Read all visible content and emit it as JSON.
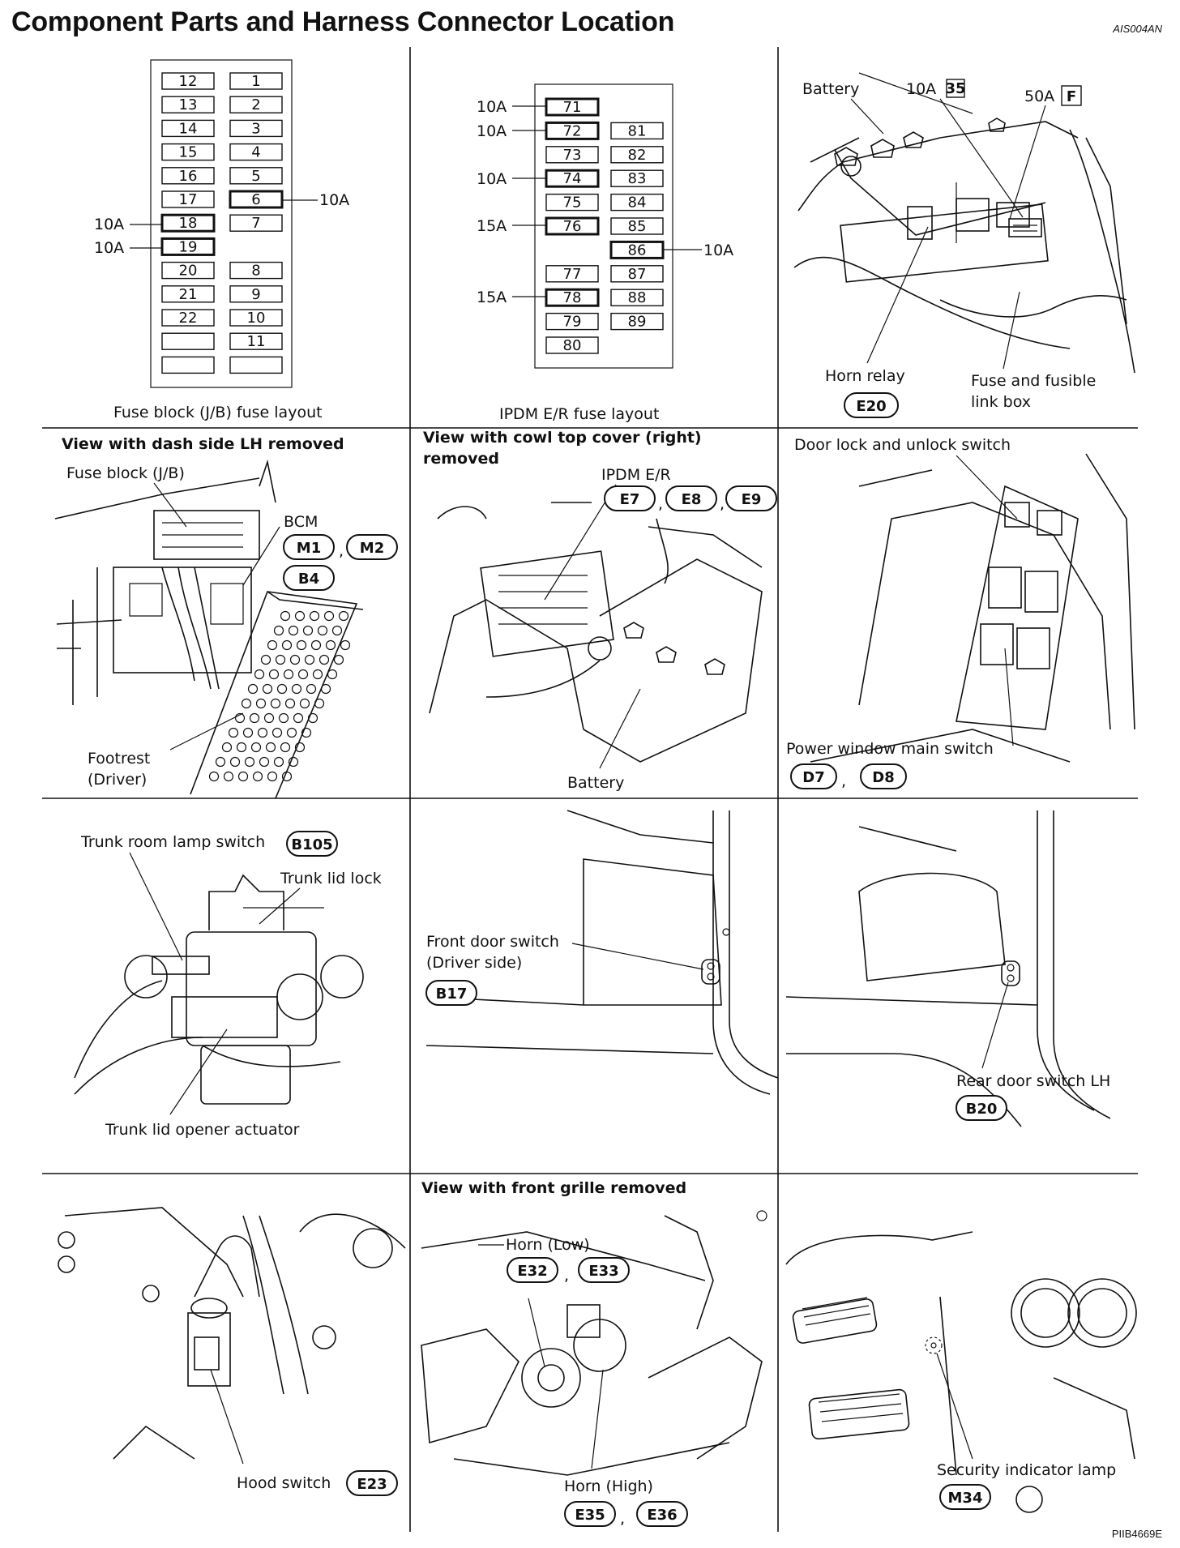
{
  "header": {
    "title": "Component Parts and Harness Connector Location",
    "doc_code": "AIS004AN"
  },
  "footer": {
    "figure_code": "PIIB4669E"
  },
  "panels": {
    "fuse_block": {
      "caption": "Fuse block (J/B) fuse layout",
      "left_column": [
        "12",
        "13",
        "14",
        "15",
        "16",
        "17",
        "18",
        "19",
        "20",
        "21",
        "22",
        "",
        ""
      ],
      "right_column": [
        "1",
        "2",
        "3",
        "4",
        "5",
        "6",
        "7",
        "",
        "8",
        "9",
        "10",
        "11",
        ""
      ],
      "callouts": {
        "f6": "10A",
        "f18": "10A",
        "f19": "10A"
      }
    },
    "ipdm_fuse": {
      "caption": "IPDM E/R fuse layout",
      "left_column": [
        "71",
        "72",
        "73",
        "74",
        "75",
        "76",
        "",
        "77",
        "78",
        "79",
        "80"
      ],
      "right_column": [
        "",
        "81",
        "82",
        "83",
        "84",
        "85",
        "86",
        "87",
        "88",
        "89",
        ""
      ],
      "callouts": {
        "f71": "10A",
        "f72": "10A",
        "f74": "10A",
        "f76": "15A",
        "f78": "15A",
        "f86": "10A"
      }
    },
    "battery_box": {
      "battery": "Battery",
      "fuse10a": "10A",
      "fuse10a_tag": "35",
      "fuse50a": "50A",
      "fuse50a_tag": "F",
      "horn_relay": "Horn relay",
      "horn_relay_conn": "E20",
      "fusebox_line1": "Fuse and fusible",
      "fusebox_line2": "link box"
    },
    "dash_side": {
      "heading": "View with dash side LH removed",
      "fuse_block": "Fuse block (J/B)",
      "bcm": "BCM",
      "conn_m1": "M1",
      "comma1": ",",
      "conn_m2": "M2",
      "conn_b4": "B4",
      "footrest1": "Footrest",
      "footrest2": "(Driver)"
    },
    "cowl_top": {
      "heading1": "View with cowl top cover (right)",
      "heading2": "removed",
      "ipdm": "IPDM E/R",
      "conn_e7": "E7",
      "comma1": ",",
      "conn_e8": "E8",
      "comma2": ",",
      "conn_e9": "E9",
      "battery": "Battery"
    },
    "door_lock": {
      "door_lock_switch": "Door lock and unlock switch",
      "power_window": "Power window main switch",
      "conn_d7": "D7",
      "comma": ",",
      "conn_d8": "D8"
    },
    "trunk": {
      "lamp_switch": "Trunk room lamp switch",
      "conn_b105": "B105",
      "lid_lock": "Trunk lid lock",
      "actuator": "Trunk lid opener actuator"
    },
    "front_door": {
      "switch1": "Front door switch",
      "switch2": "(Driver side)",
      "conn_b17": "B17"
    },
    "rear_door": {
      "switch": "Rear door switch LH",
      "conn_b20": "B20"
    },
    "hood": {
      "switch": "Hood switch",
      "conn_e23": "E23"
    },
    "front_grille": {
      "heading": "View with front grille removed",
      "horn_low": "Horn (Low)",
      "conn_e32": "E32",
      "comma1": ",",
      "conn_e33": "E33",
      "horn_high": "Horn (High)",
      "conn_e35": "E35",
      "comma2": ",",
      "conn_e36": "E36"
    },
    "security": {
      "lamp": "Security indicator lamp",
      "conn_m34": "M34"
    }
  }
}
